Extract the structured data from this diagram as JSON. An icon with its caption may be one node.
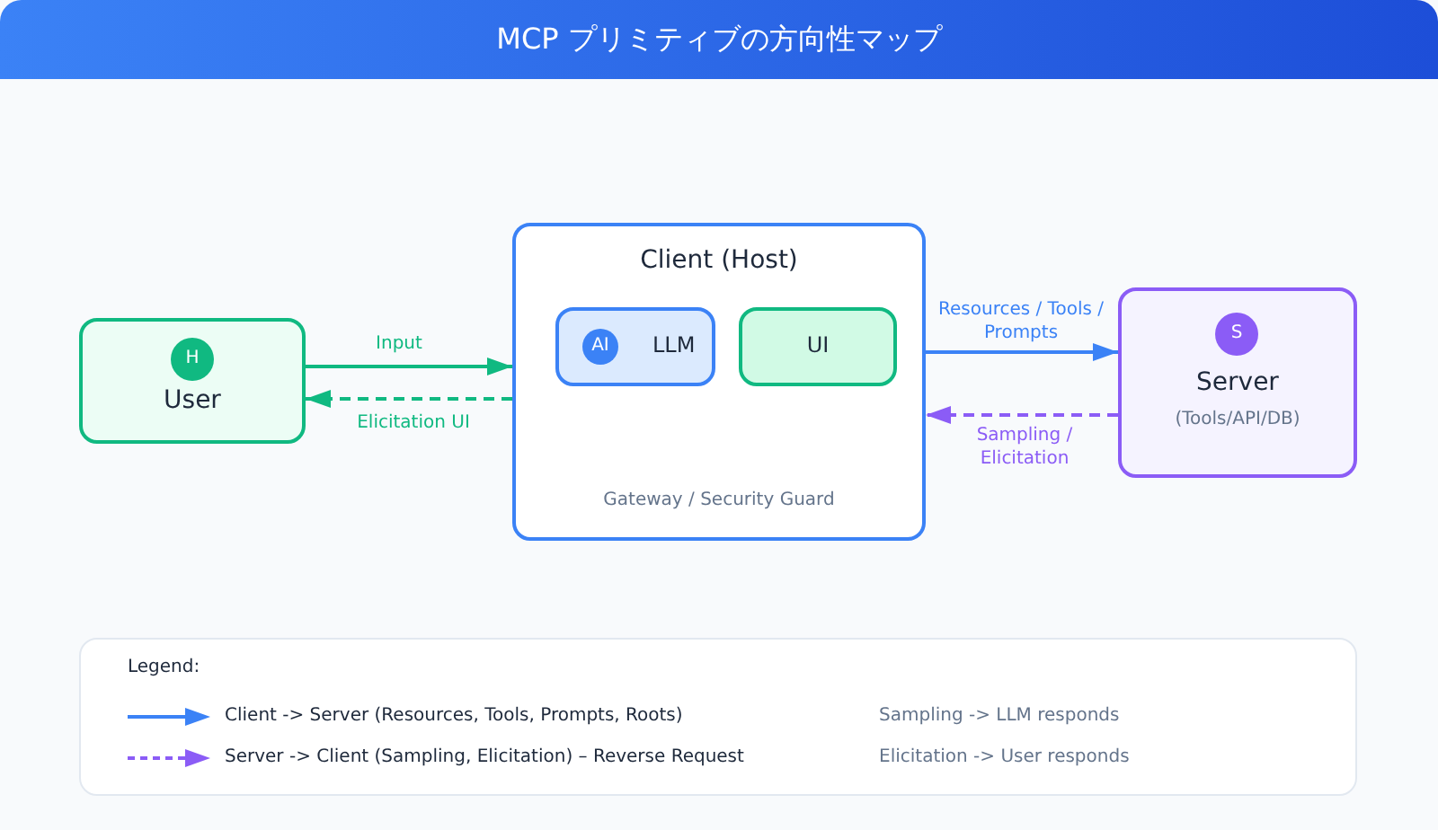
{
  "diagram": {
    "title": "MCP プリミティブの方向性マップ",
    "nodes": [
      {
        "text": [
          "H",
          "User"
        ]
      },
      {
        "text": [
          "Client (Host)",
          "Gateway / Security Guard"
        ]
      },
      {
        "text": [
          "AI",
          "LLM"
        ],
        "in": 1
      },
      {
        "text": [
          "UI"
        ],
        "in": 1
      },
      {
        "text": [
          "S",
          "Server",
          "(Tools/API/DB)"
        ]
      }
    ],
    "edges": [
      {
        "from": 0,
        "to": 1,
        "arrow": "to",
        "label": "Input",
        "color": "#10b981"
      },
      {
        "from": 1,
        "to": 0,
        "arrow": "to",
        "label": "Elicitation UI",
        "style": "dashed",
        "color": "#10b981"
      },
      {
        "from": 1,
        "to": 4,
        "arrow": "to",
        "label": "Resources / Tools / Prompts",
        "color": "#3b82f6"
      },
      {
        "from": 4,
        "to": 1,
        "arrow": "to",
        "label": "Sampling / Elicitation",
        "style": "dashed",
        "color": "#8b5cf6"
      }
    ],
    "labels": [
      "Legend:",
      "Sampling -> LLM responds",
      "Elicitation -> User responds"
    ],
    "legend": [
      {
        "text": "Client -> Server (Resources, Tools, Prompts, Roots)"
      },
      {
        "text": "Server -> Client (Sampling, Elicitation) – Reverse Request"
      }
    ]
  }
}
